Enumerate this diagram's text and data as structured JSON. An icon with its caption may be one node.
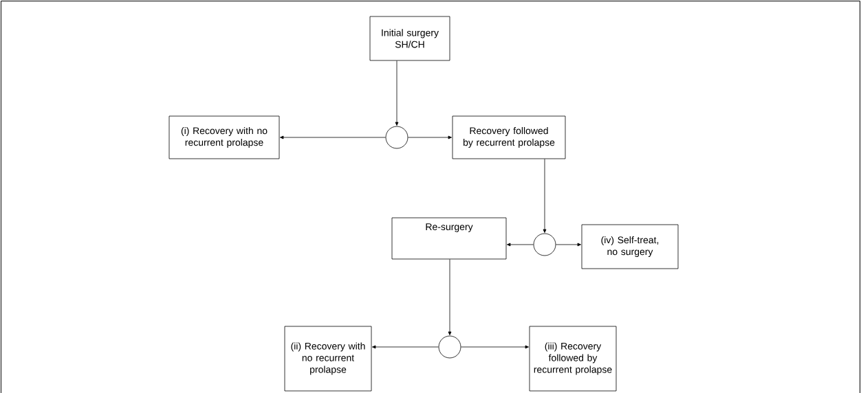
{
  "diagram": {
    "nodes": [
      {
        "text": [
          "Initial surgery SH/CH"
        ]
      },
      {
        "text": [
          "(i) Recovery with no recurrent prolapse"
        ]
      },
      {
        "text": [],
        "shape": "circle"
      },
      {
        "text": [
          "Recovery followed by recurrent prolapse"
        ]
      },
      {
        "text": [
          "Re-surgery"
        ]
      },
      {
        "text": [],
        "shape": "circle"
      },
      {
        "text": [
          "(iv) Self-treat, no surgery"
        ]
      },
      {
        "text": [
          "(ii) Recovery with no recurrent prolapse"
        ]
      },
      {
        "text": [],
        "shape": "circle"
      },
      {
        "text": [
          "(iii) Recovery followed by recurrent prolapse"
        ]
      }
    ],
    "edges": [
      {
        "from": 0,
        "to": 2,
        "arrow": "to"
      },
      {
        "from": 2,
        "to": 1,
        "arrow": "to"
      },
      {
        "from": 2,
        "to": 3,
        "arrow": "to"
      },
      {
        "from": 3,
        "to": 5,
        "arrow": "to"
      },
      {
        "from": 5,
        "to": 4,
        "arrow": "to"
      },
      {
        "from": 5,
        "to": 6,
        "arrow": "to"
      },
      {
        "from": 4,
        "to": 8,
        "arrow": "to"
      },
      {
        "from": 8,
        "to": 7,
        "arrow": "to"
      },
      {
        "from": 8,
        "to": 9,
        "arrow": "to"
      }
    ]
  }
}
